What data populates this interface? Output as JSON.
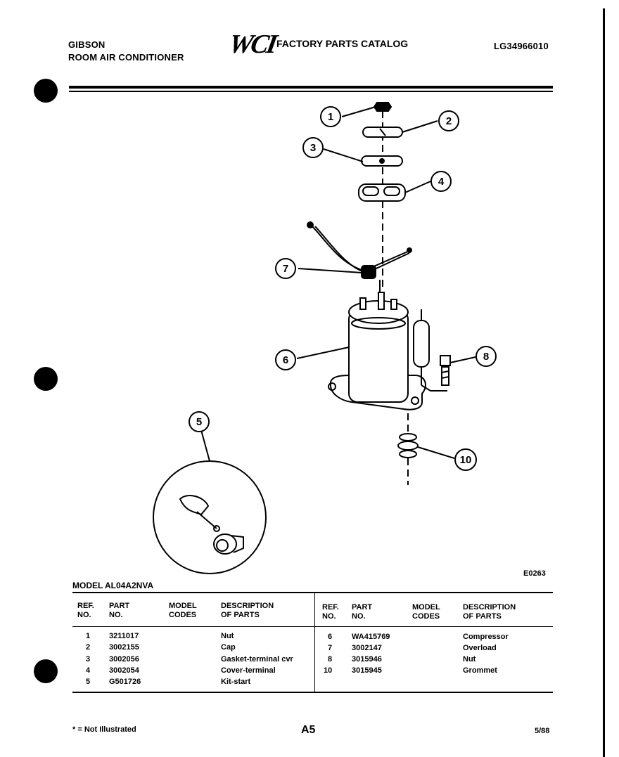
{
  "header": {
    "brand": "GIBSON",
    "product": "ROOM AIR CONDITIONER",
    "logo_text": "WCI",
    "catalog_title": "FACTORY PARTS CATALOG",
    "catalog_number": "LG34966010"
  },
  "diagram": {
    "code": "E0263",
    "callouts": [
      "1",
      "2",
      "3",
      "4",
      "5",
      "6",
      "7",
      "8",
      "10"
    ]
  },
  "model_line": "MODEL AL04A2NVA",
  "table": {
    "headers": {
      "ref1": "REF.",
      "ref2": "NO.",
      "part1": "PART",
      "part2": "NO.",
      "model1": "MODEL",
      "model2": "CODES",
      "desc1": "DESCRIPTION",
      "desc2": "OF PARTS"
    },
    "left_rows": [
      {
        "ref": "1",
        "part": "3211017",
        "desc": "Nut"
      },
      {
        "ref": "2",
        "part": "3002155",
        "desc": "Cap"
      },
      {
        "ref": "3",
        "part": "3002056",
        "desc": "Gasket-terminal cvr"
      },
      {
        "ref": "4",
        "part": "3002054",
        "desc": "Cover-terminal"
      },
      {
        "ref": "5",
        "part": "G501726",
        "desc": "Kit-start"
      }
    ],
    "right_rows": [
      {
        "ref": "6",
        "part": "WA415769",
        "desc": "Compressor"
      },
      {
        "ref": "7",
        "part": "3002147",
        "desc": "Overload"
      },
      {
        "ref": "8",
        "part": "3015946",
        "desc": "Nut"
      },
      {
        "ref": "10",
        "part": "3015945",
        "desc": "Grommet"
      }
    ]
  },
  "footer": {
    "note": "* = Not Illustrated",
    "page": "A5",
    "date": "5/88"
  }
}
